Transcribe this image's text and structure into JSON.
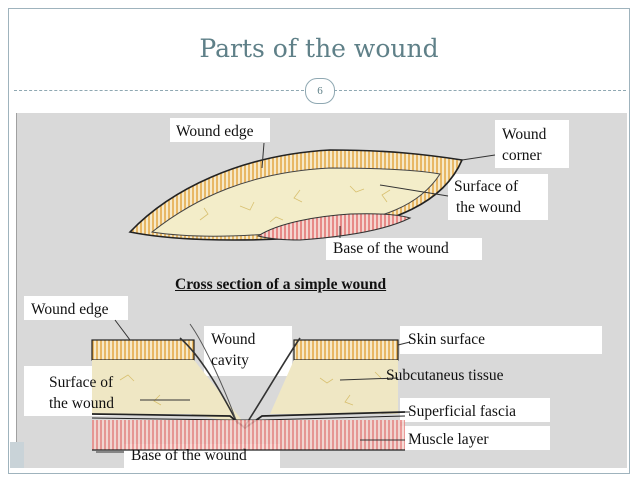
{
  "slide": {
    "title": "Parts of the wound",
    "page_number": "6"
  },
  "top_diagram": {
    "wound_edge": "Wound edge",
    "wound_corner": [
      "Wound",
      "corner"
    ],
    "surface_of_the_wound": [
      "Surface of",
      "the wound"
    ],
    "base_of_the_wound": "Base of the wound"
  },
  "caption": "Cross section of a simple wound",
  "bottom_diagram": {
    "wound_edge": "Wound edge",
    "wound_cavity": [
      "Wound",
      "cavity"
    ],
    "surface_of_the_wound": [
      "Surface of",
      "the wound"
    ],
    "base_of_the_wound": "Base of the wound",
    "skin_surface": "Skin surface",
    "subcutaneous_tissue": "Subcutaneus tissue",
    "superficial_fascia": "Superficial fascia",
    "muscle_layer": "Muscle layer"
  },
  "colors": {
    "title": "#5f8088",
    "figure_background": "#d9d9d9",
    "skin_hatch": "#e2a23a",
    "subcutaneous": "#efe7c4",
    "muscle": "#e06060",
    "outline": "#222222"
  }
}
